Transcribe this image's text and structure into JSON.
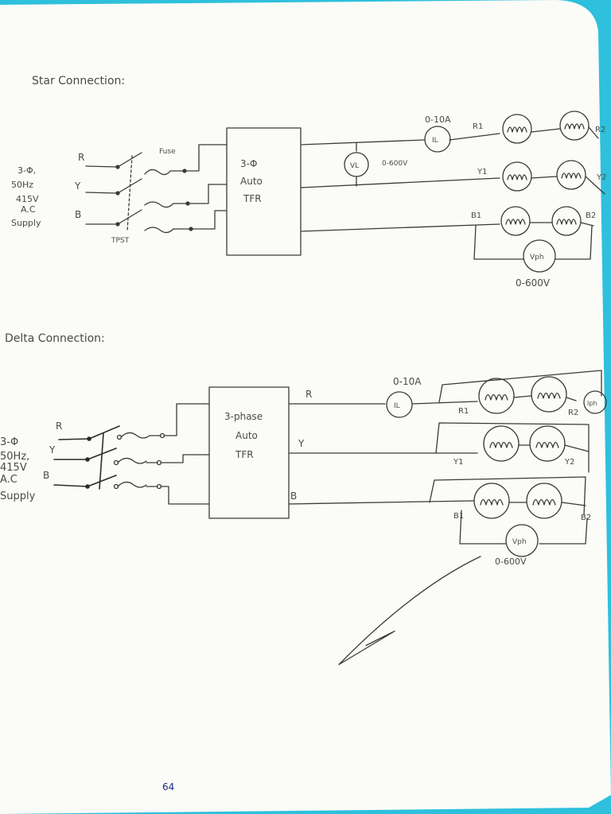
{
  "star": {
    "heading": "Star Connection:",
    "supply": [
      "3-Φ,",
      "50Hz",
      "415V",
      "A.C",
      "Supply"
    ],
    "phases": [
      "R",
      "Y",
      "B"
    ],
    "fuse": "Fuse",
    "tpst": "TPST",
    "transformer": [
      "3-Φ",
      "Auto",
      "TFR"
    ],
    "voltmeter": "VL",
    "voltmeter_range": "0-600V",
    "ammeter": "IL",
    "ammeter_range": "0-10A",
    "load_start": [
      "R1",
      "Y1",
      "B1"
    ],
    "load_end": [
      "R2",
      "Y2",
      "B2"
    ],
    "phase_voltmeter": "Vph",
    "phase_voltmeter_range": "0-600V"
  },
  "delta": {
    "heading": "Delta Connection:",
    "supply": [
      "3-Φ",
      "50Hz,",
      "415V",
      "A.C",
      "Supply"
    ],
    "phases": [
      "R",
      "Y",
      "B"
    ],
    "transformer": [
      "3-phase",
      "Auto",
      "TFR"
    ],
    "out_phases": [
      "R",
      "Y",
      "B"
    ],
    "ammeter": "IL",
    "ammeter_range": "0-10A",
    "ammeter2": "Iph",
    "load_start": [
      "R1",
      "Y1",
      "B1"
    ],
    "load_end": [
      "R2",
      "Y2",
      "B2"
    ],
    "phase_voltmeter": "Vph",
    "phase_voltmeter_range": "0-600V"
  },
  "page_number": "64"
}
